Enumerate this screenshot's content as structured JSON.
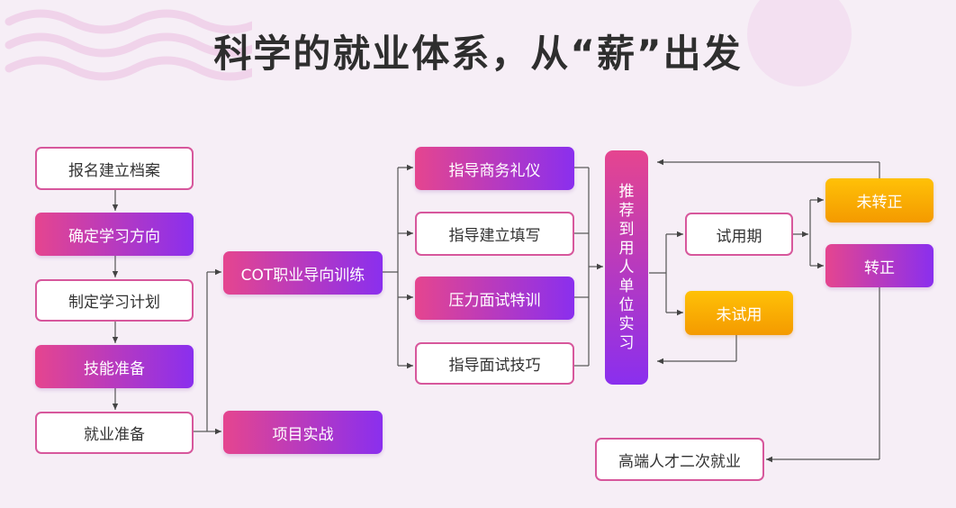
{
  "title": "科学的就业体系，从“薪”出发",
  "steps": {
    "register": "报名建立档案",
    "direction": "确定学习方向",
    "plan": "制定学习计划",
    "skills": "技能准备",
    "employment_prep": "就业准备"
  },
  "training": {
    "cot": "COT职业导向训练",
    "project": "项目实战"
  },
  "guidance": {
    "etiquette": "指导商务礼仪",
    "resume": "指导建立填写",
    "stress": "压力面试特训",
    "interview": "指导面试技巧"
  },
  "recommend": "推荐到用人单位实习",
  "outcomes": {
    "probation": "试用期",
    "no_probation": "未试用",
    "not_regular": "未转正",
    "regular": "转正",
    "reemployment": "高端人才二次就业"
  }
}
